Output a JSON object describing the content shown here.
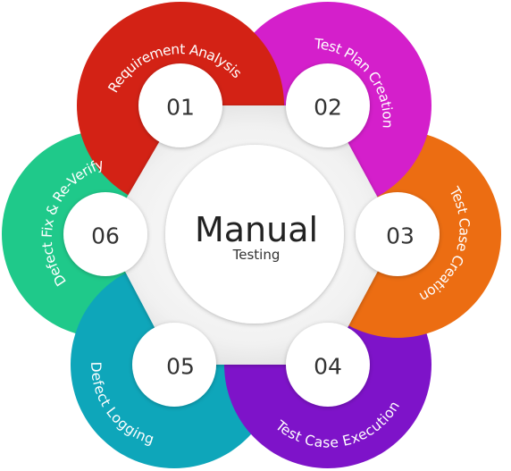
{
  "center": {
    "title": "Manual",
    "subtitle": "Testing"
  },
  "steps": [
    {
      "num": "01",
      "label": "Requirement Analysis",
      "color": "#d32215"
    },
    {
      "num": "02",
      "label": "Test Plan Creation",
      "color": "#d41fcb"
    },
    {
      "num": "03",
      "label": "Test Case Creation",
      "color": "#ec6d12"
    },
    {
      "num": "04",
      "label": "Test Case Execution",
      "color": "#7e13c9"
    },
    {
      "num": "05",
      "label": "Defect Logging",
      "color": "#0ea6ba"
    },
    {
      "num": "06",
      "label": "Defect Fix & Re-Verify",
      "color": "#1fc98a"
    }
  ]
}
